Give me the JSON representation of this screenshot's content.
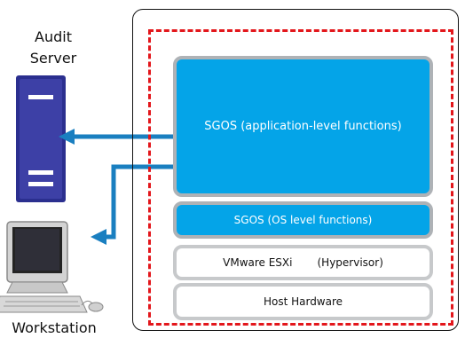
{
  "labels": {
    "audit_server": "Audit\nServer",
    "workstation": "Workstation"
  },
  "layers": {
    "app": "SGOS (application-level functions)",
    "os": "SGOS (OS level functions)",
    "hypervisor_a": "VMware ESXi",
    "hypervisor_b": "(Hypervisor)",
    "hardware": "Host Hardware"
  },
  "colors": {
    "layer_fill": "#04a4e8",
    "arrow": "#1a7fc0",
    "dashed_border": "#e3161b",
    "server_body": "#2b2f8f"
  },
  "icons": {
    "server": "server-icon",
    "workstation": "computer-workstation-icon"
  }
}
